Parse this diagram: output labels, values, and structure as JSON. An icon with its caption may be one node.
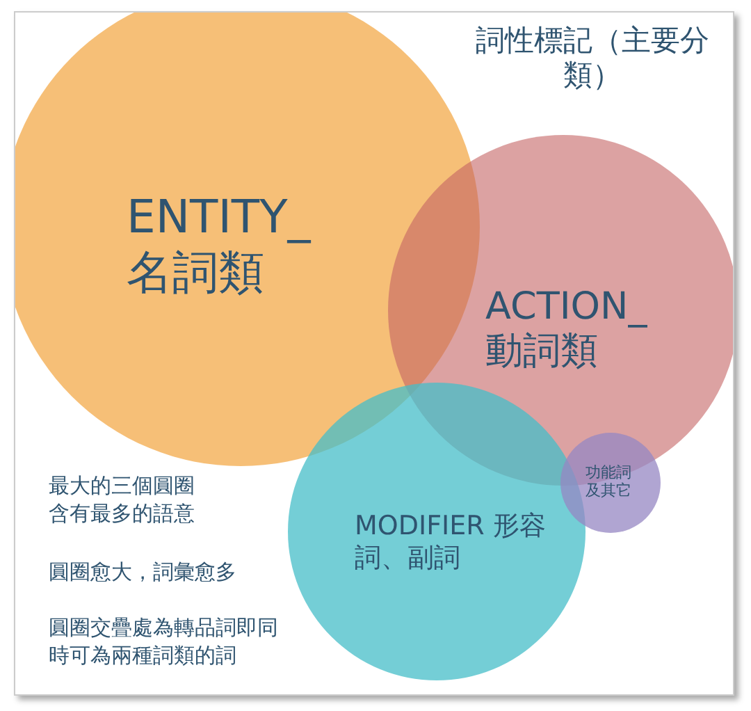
{
  "diagram": {
    "title": "詞性標記（主要分類）",
    "nodes": [
      {
        "text": [
          "ENTITY_ 名詞類"
        ]
      },
      {
        "text": [
          "ACTION_ 動詞類"
        ]
      },
      {
        "text": [
          "MODIFIER 形容詞、副詞"
        ]
      },
      {
        "text": [
          "功能詞及其它"
        ]
      }
    ],
    "labels": [
      "最大的三個圓圈含有最多的語意",
      "圓圈愈大，詞彙愈多",
      "圓圈交疊處為轉品詞即同時可為兩種詞類的詞"
    ]
  }
}
